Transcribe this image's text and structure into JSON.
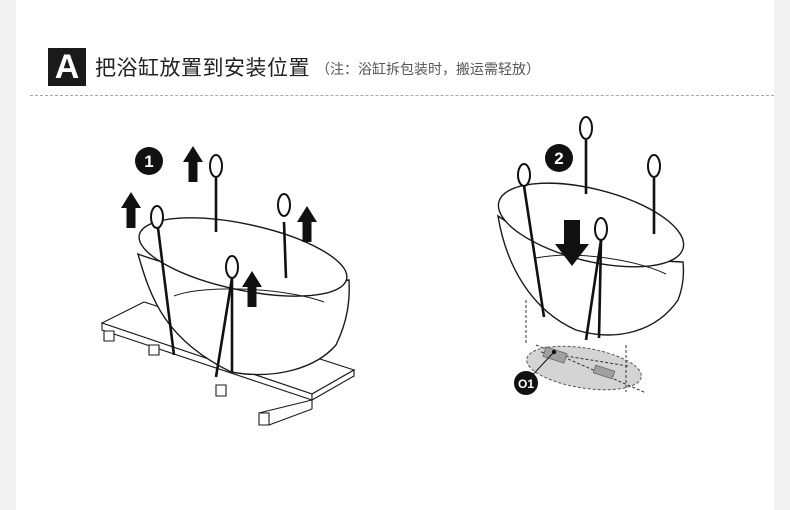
{
  "header": {
    "section_letter": "A",
    "title": "把浴缸放置到安装位置",
    "note": "（注：浴缸拆包装时，搬运需轻放）"
  },
  "steps": [
    {
      "number": "1"
    },
    {
      "number": "2"
    }
  ],
  "callout": {
    "label": "O1"
  },
  "colors": {
    "ink": "#1a1a1a",
    "badge": "#1a1a1a",
    "drain_zone": "#d4d4d4"
  }
}
